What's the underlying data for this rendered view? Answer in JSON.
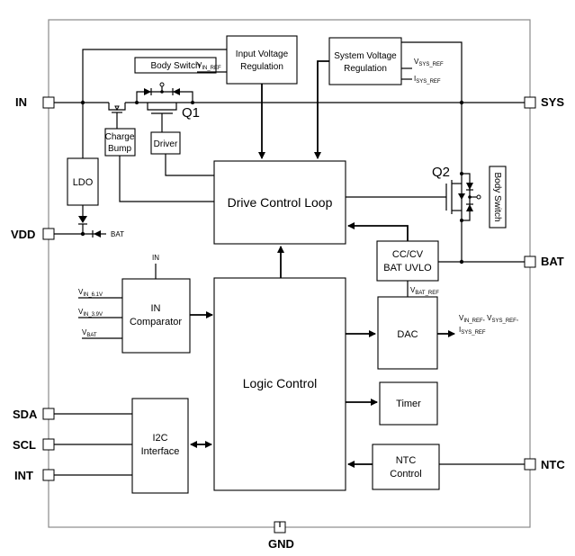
{
  "pins": {
    "in": "IN",
    "vdd": "VDD",
    "sda": "SDA",
    "scl": "SCL",
    "int": "INT",
    "sys": "SYS",
    "bat": "BAT",
    "ntc": "NTC",
    "gnd": "GND"
  },
  "blocks": {
    "input_voltage_regulation": [
      "Input Voltage",
      "Regulation"
    ],
    "system_voltage_regulation": [
      "System Voltage",
      "Regulation"
    ],
    "body_switch_top": "Body Switch",
    "body_switch_right": "Body Switch",
    "charge_bump": [
      "Charge",
      "Bump"
    ],
    "driver": "Driver",
    "ldo": "LDO",
    "drive_control_loop": "Drive Control Loop",
    "cc_cv": [
      "CC/CV",
      "BAT UVLO"
    ],
    "in_comparator": [
      "IN",
      "Comparator"
    ],
    "logic_control": "Logic Control",
    "dac": "DAC",
    "timer": "Timer",
    "i2c": [
      "I2C",
      "Interface"
    ],
    "ntc_control": [
      "NTC",
      "Control"
    ]
  },
  "transistors": {
    "q1": "Q1",
    "q2": "Q2"
  },
  "signals": {
    "vin_ref": {
      "main": "V",
      "sub": "IN_REF"
    },
    "vsys_ref": {
      "main": "V",
      "sub": "SYS_REF"
    },
    "isys_ref": {
      "main": "I",
      "sub": "SYS_REF"
    },
    "vbat_ref": {
      "main": "V",
      "sub": "BAT_REF"
    },
    "vin_6_1v": {
      "main": "V",
      "sub": "IN_6.1V"
    },
    "vin_3_9v": {
      "main": "V",
      "sub": "IN_3.9V"
    },
    "vbat": {
      "main": "V",
      "sub": "BAT"
    },
    "in_label": "IN",
    "bat_label": "BAT",
    "dac_out_line1": {
      "a_main": "V",
      "a_sub": "IN_REF",
      "sep1": ", ",
      "b_main": "V",
      "b_sub": "SYS_REF",
      "sep2": ","
    },
    "dac_out_line2": {
      "main": "I",
      "sub": "SYS_REF"
    }
  }
}
